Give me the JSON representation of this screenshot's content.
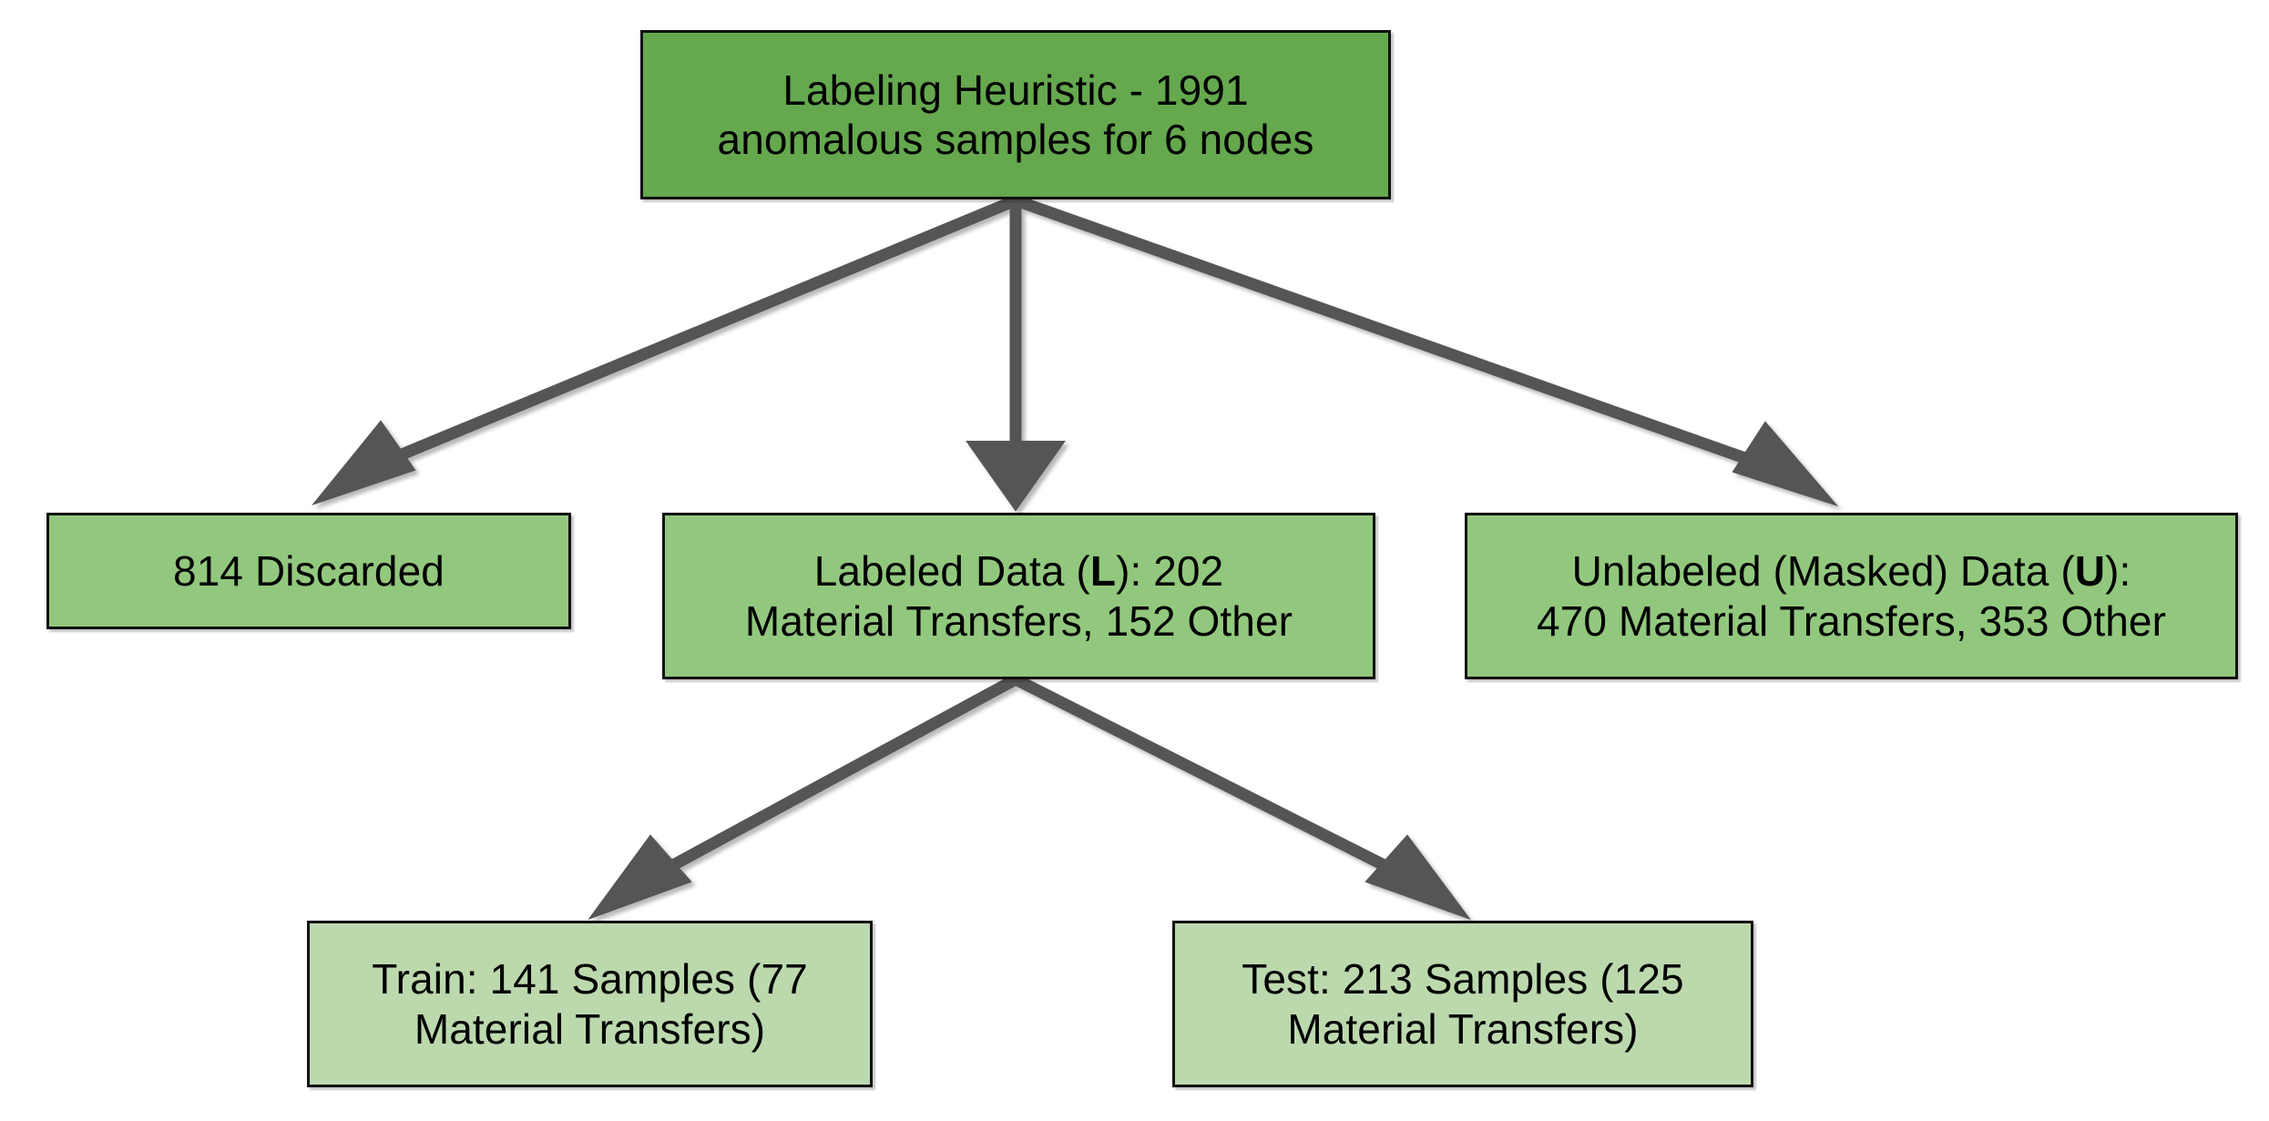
{
  "diagram": {
    "title": "Labeling heuristic and dataset split flowchart",
    "palette": {
      "root_fill": "#65a84e",
      "mid_fill": "#92c87e",
      "leaf_fill": "#bcd9ae",
      "node_stroke": "#111111",
      "edge_stroke": "#555555",
      "background": "#ffffff",
      "text": "#000000"
    },
    "nodes": {
      "root": {
        "line1": "Labeling Heuristic - 1991",
        "line2": "anomalous samples for 6 nodes",
        "total_anomalous_samples": 1991,
        "node_count": 6
      },
      "discarded": {
        "line1": "814 Discarded",
        "count": 814
      },
      "labeled": {
        "prefix": "Labeled Data (",
        "symbol": "L",
        "suffix": "): 202",
        "line2": "Material Transfers, 152 Other",
        "material_transfers": 202,
        "other": 152
      },
      "unlabeled": {
        "prefix": "Unlabeled (Masked) Data (",
        "symbol": "U",
        "suffix": "):",
        "line2": "470 Material Transfers, 353 Other",
        "material_transfers": 470,
        "other": 353
      },
      "train": {
        "line1": "Train: 141 Samples (77",
        "line2": "Material Transfers)",
        "samples": 141,
        "material_transfers": 77
      },
      "test": {
        "line1": "Test: 213 Samples (125",
        "line2": "Material Transfers)",
        "samples": 213,
        "material_transfers": 125
      }
    },
    "edges": [
      {
        "from": "root",
        "to": "discarded",
        "arrow": "arrowhead-down-left"
      },
      {
        "from": "root",
        "to": "labeled",
        "arrow": "arrowhead-down"
      },
      {
        "from": "root",
        "to": "unlabeled",
        "arrow": "arrowhead-down-right"
      },
      {
        "from": "labeled",
        "to": "train",
        "arrow": "arrowhead-down-left"
      },
      {
        "from": "labeled",
        "to": "test",
        "arrow": "arrowhead-down-right"
      }
    ]
  }
}
